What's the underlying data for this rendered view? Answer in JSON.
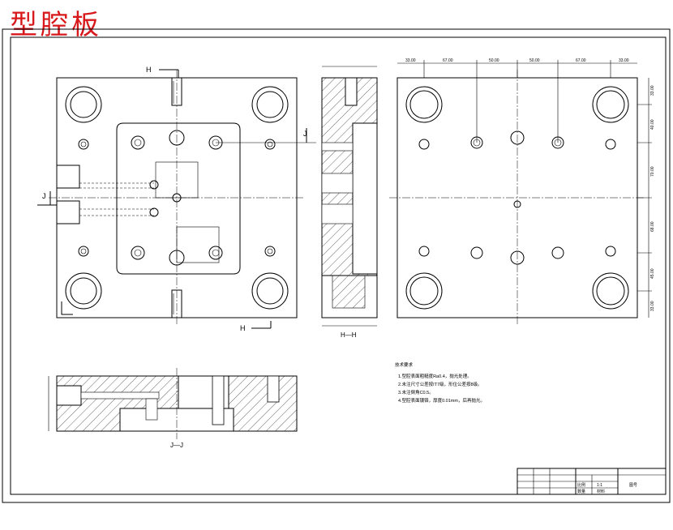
{
  "title": "型腔板",
  "colors": {
    "title": "#d8191c",
    "line": "#000000",
    "paper": "#ffffff"
  },
  "section_labels": {
    "h_top": "H",
    "h_bottom": "H",
    "j_left": "J",
    "j_right": "J",
    "hh_caption": "H—H",
    "jj_caption": "J—J"
  },
  "dimensions": {
    "top_row": [
      "33.00",
      "67.00",
      "50.00",
      "50.00",
      "67.00",
      "33.00"
    ],
    "right_col": [
      "33.00",
      "40.00",
      "70.00",
      "68.00",
      "45.00",
      "33.00"
    ]
  },
  "tech_notes": {
    "heading": "技术要求",
    "items": [
      "1.型腔表面粗糙度Ra0.4，抛光处理。",
      "2.未注尺寸公差按IT7级，形位公差按8级。",
      "3.未注倒角C0.5。",
      "4.型腔表面镀铬，厚度0.01mm，后再抛光。"
    ]
  },
  "title_block": {
    "scale": "1:1",
    "cells": [
      "比例",
      "数量",
      "材料",
      "图号"
    ]
  }
}
